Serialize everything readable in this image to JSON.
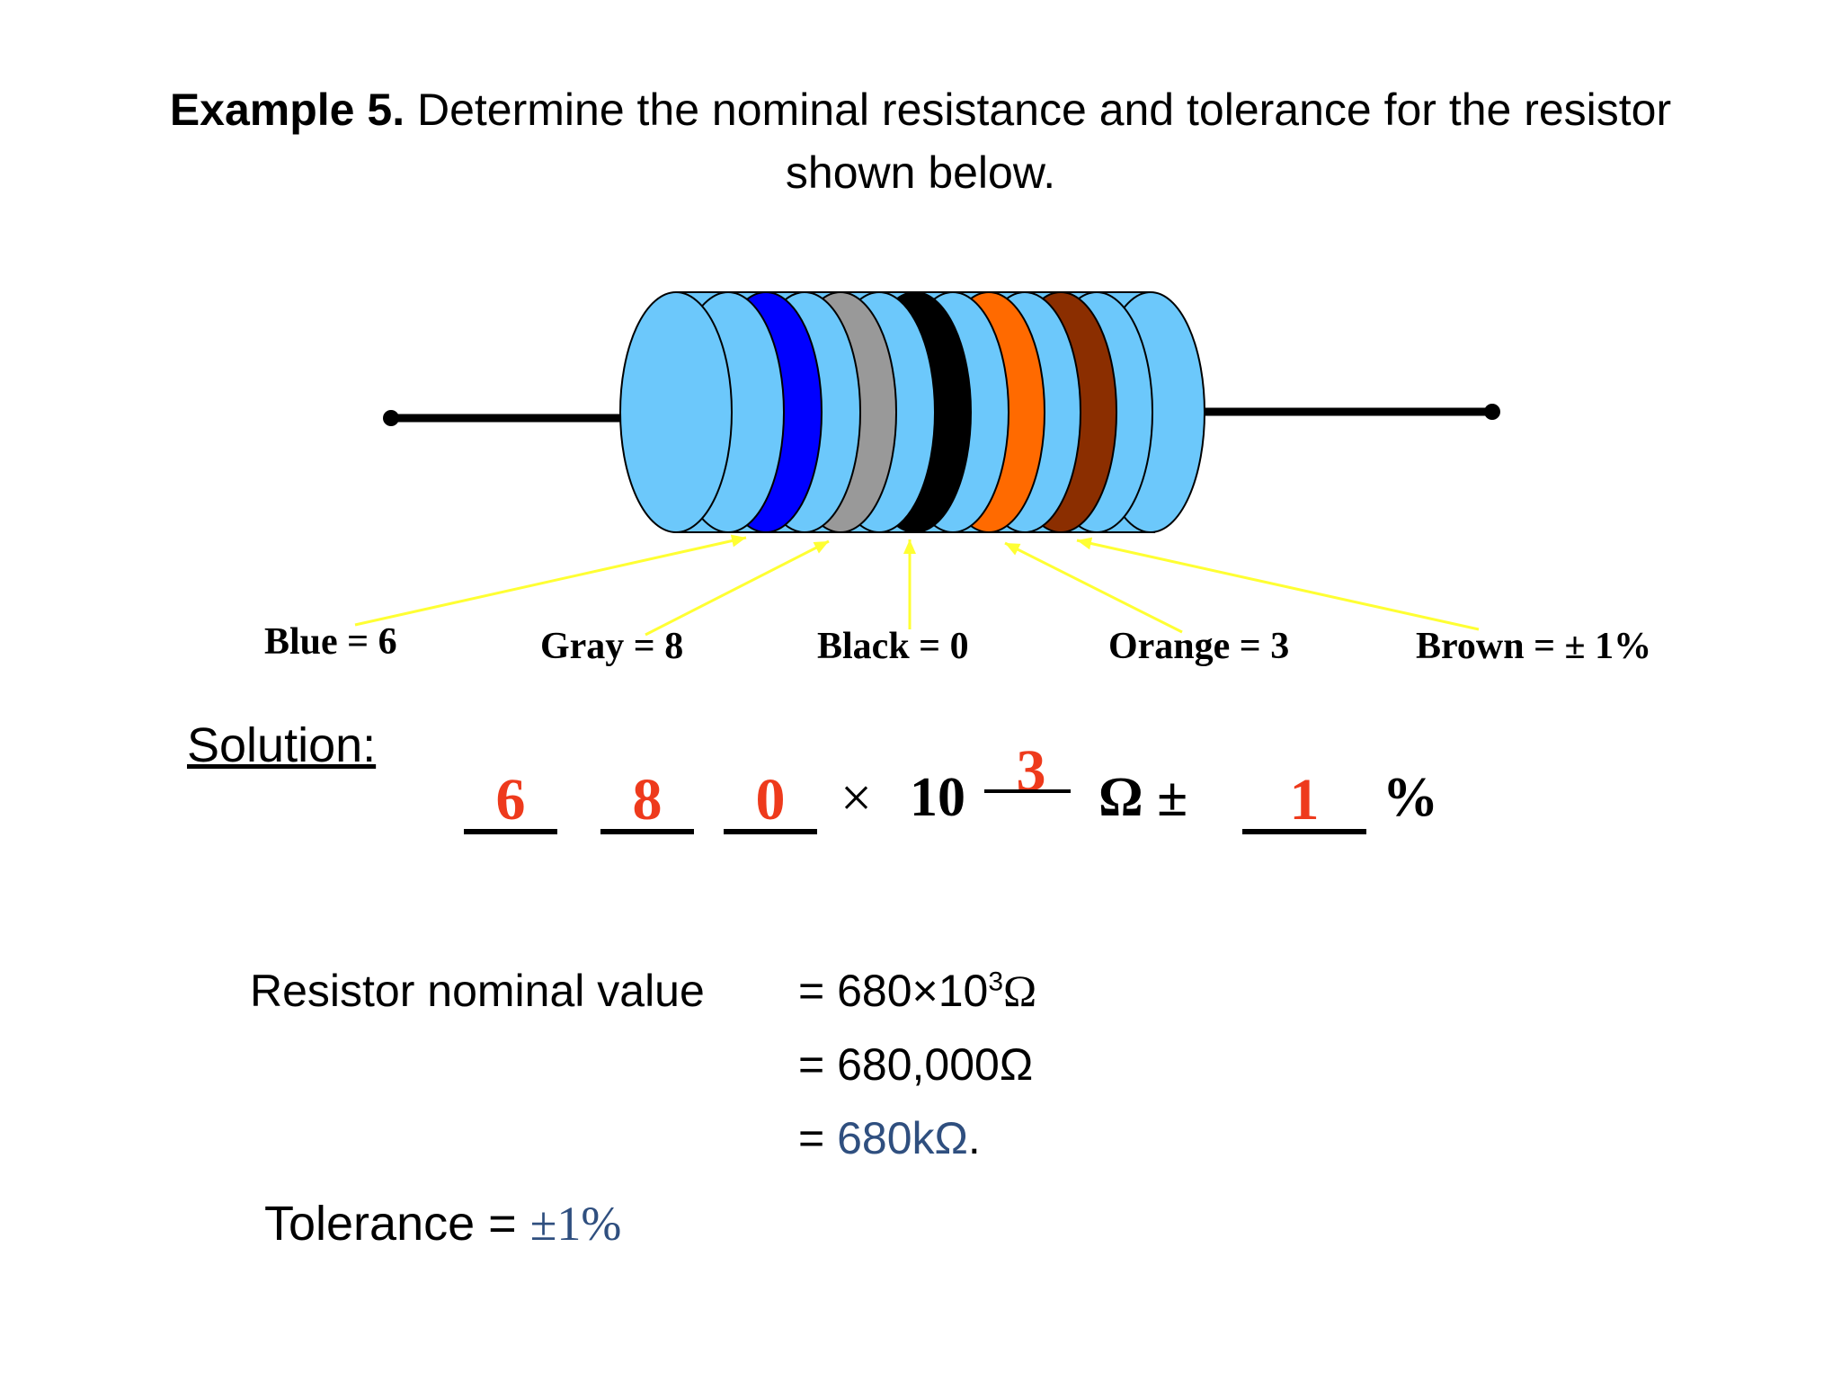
{
  "title": {
    "bold": "Example 5.",
    "line1": "Determine the nominal resistance and tolerance for the resistor",
    "line2": "shown below."
  },
  "resistor": {
    "body_color": "#6cc8fb",
    "bands": [
      {
        "name": "blue",
        "color": "#0000ff"
      },
      {
        "name": "gray",
        "color": "#999999"
      },
      {
        "name": "black",
        "color": "#000000"
      },
      {
        "name": "orange",
        "color": "#ff6a00"
      },
      {
        "name": "brown",
        "color": "#8b2e00"
      }
    ],
    "pointer_color": "#ffff33"
  },
  "band_labels": [
    "Blue = 6",
    "Gray = 8",
    "Black = 0",
    "Orange = 3",
    "Brown = ± 1%"
  ],
  "solution": {
    "label": "Solution:",
    "digits": [
      "6",
      "8",
      "0"
    ],
    "times": "×",
    "ten": "10",
    "exponent": "3",
    "ohm_pm": "Ω ±",
    "tolerance": "1",
    "percent": "%"
  },
  "nominal": {
    "label": "Resistor nominal value",
    "line1": {
      "prefix": "= 680×10",
      "sup": "3",
      "suffix": "Ω"
    },
    "line2": "= 680,000Ω",
    "line3": {
      "prefix": "= ",
      "value": "680kΩ",
      "suffix": "."
    }
  },
  "tolerance": {
    "prefix": "Tolerance = ",
    "value": "±1%"
  }
}
